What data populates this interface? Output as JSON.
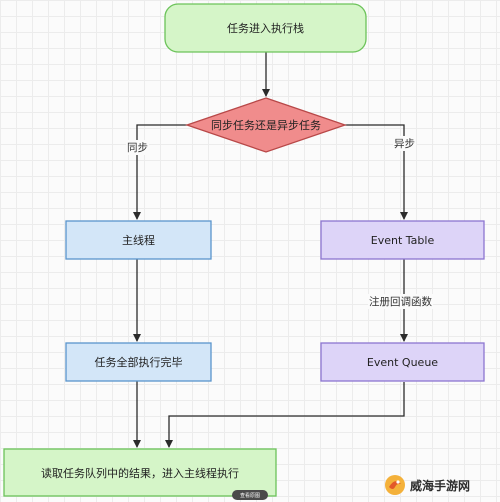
{
  "nodes": {
    "start": "任务进入执行栈",
    "decision": "同步任务还是异步任务",
    "main_thread": "主线程",
    "event_table": "Event Table",
    "tasks_complete": "任务全部执行完毕",
    "event_queue": "Event Queue",
    "read_queue": "读取任务队列中的结果，进入主线程执行"
  },
  "edges": {
    "sync": "同步",
    "async": "异步",
    "register_callback": "注册回调函数"
  },
  "colors": {
    "start_fill": "#d5f5c8",
    "start_stroke": "#6cc35a",
    "decision_fill": "#f08c8c",
    "decision_stroke": "#b84848",
    "blue_fill": "#d3e6f8",
    "blue_stroke": "#5a95cc",
    "purple_fill": "#ddd4f8",
    "purple_stroke": "#8c75d0",
    "green_fill": "#d5f5c8",
    "green_stroke": "#6cc35a",
    "arrow": "#2b2b2b"
  },
  "watermark": {
    "text": "威海手游网",
    "badge": "查看原图"
  }
}
